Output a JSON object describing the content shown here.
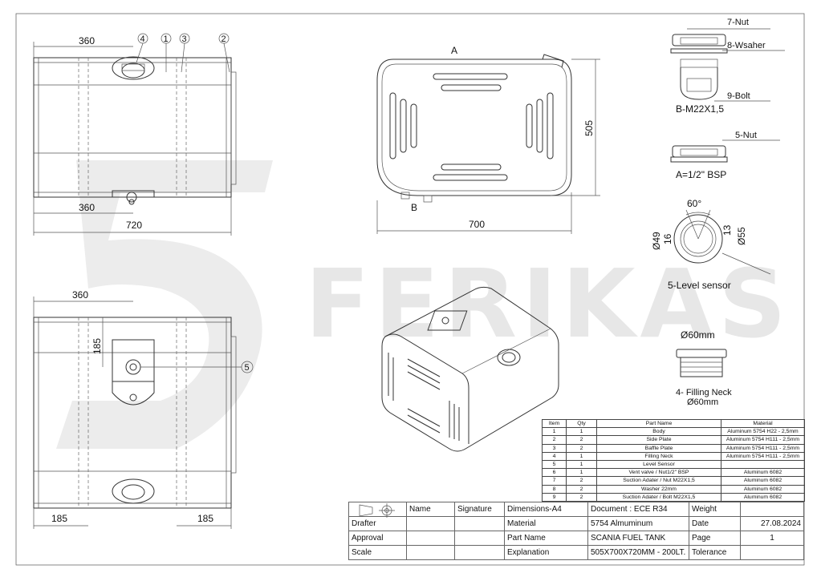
{
  "watermark": "FERIKAS",
  "views": {
    "top": {
      "dim_top": "360",
      "dim_bottom": "360",
      "dim_total": "720",
      "callouts": [
        "4",
        "1",
        "3",
        "2"
      ]
    },
    "bottom": {
      "dim_top": "360",
      "dim_vertical": "185",
      "dim_left": "185",
      "dim_right": "185",
      "callout": "5"
    },
    "front": {
      "label_a": "A",
      "label_b": "B",
      "dim_height": "505",
      "dim_width": "700"
    }
  },
  "details": {
    "nut7": "7-Nut",
    "washer8": "8-Wsaher",
    "bolt9": "9-Bolt",
    "bolt_caption": "B-M22X1,5",
    "nut5": "5-Nut",
    "nut5_caption": "A=1/2\" BSP",
    "sensor_angle": "60°",
    "sensor_d49": "Ø49",
    "sensor_16": "16",
    "sensor_13": "13",
    "sensor_d55": "Ø55",
    "sensor_caption": "5-Level sensor",
    "neck_dia": "Ø60mm",
    "neck_caption": "4- Filling Neck",
    "neck_caption2": "Ø60mm"
  },
  "parts_table": {
    "headers": [
      "Item",
      "Qty",
      "Part Name",
      "Material"
    ],
    "rows": [
      [
        "1",
        "1",
        "Body",
        "Aluminum 5754 H22 - 2,5mm"
      ],
      [
        "2",
        "2",
        "Side Plate",
        "Aluminum 5754 H111 - 2,5mm"
      ],
      [
        "3",
        "2",
        "Baffle Plate",
        "Aluminum 5754 H111 - 2,5mm"
      ],
      [
        "4",
        "1",
        "Filling Neck",
        "Aluminum 5754 H111 - 2,5mm"
      ],
      [
        "5",
        "1",
        "Level Sensor",
        ""
      ],
      [
        "6",
        "1",
        "Vent valve / Nut1/2\" BSP",
        "Aluminum 6082"
      ],
      [
        "7",
        "2",
        "Suction Adater / Nut M22X1,5",
        "Aluminum 6082"
      ],
      [
        "8",
        "2",
        "Washer 22mm",
        "Aluminum 6082"
      ],
      [
        "9",
        "2",
        "Suction Adater / Bolt M22X1,5",
        "Aluminum 6082"
      ]
    ]
  },
  "title_block": {
    "col_name": "Name",
    "col_signature": "Signature",
    "dimensions": "Dimensions-A4",
    "document": "Document : ECE R34",
    "weight": "Weight",
    "drafter": "Drafter",
    "material_label": "Material",
    "material_value": "5754 Almuminum",
    "date_label": "Date",
    "date_value": "27.08.2024",
    "approval": "Approval",
    "part_name_label": "Part Name",
    "part_name_value": "SCANIA FUEL TANK",
    "page_label": "Page",
    "page_value": "1",
    "scale": "Scale",
    "explanation_label": "Explanation",
    "explanation_value": "505X700X720MM - 200LT.",
    "tolerance": "Tolerance"
  }
}
